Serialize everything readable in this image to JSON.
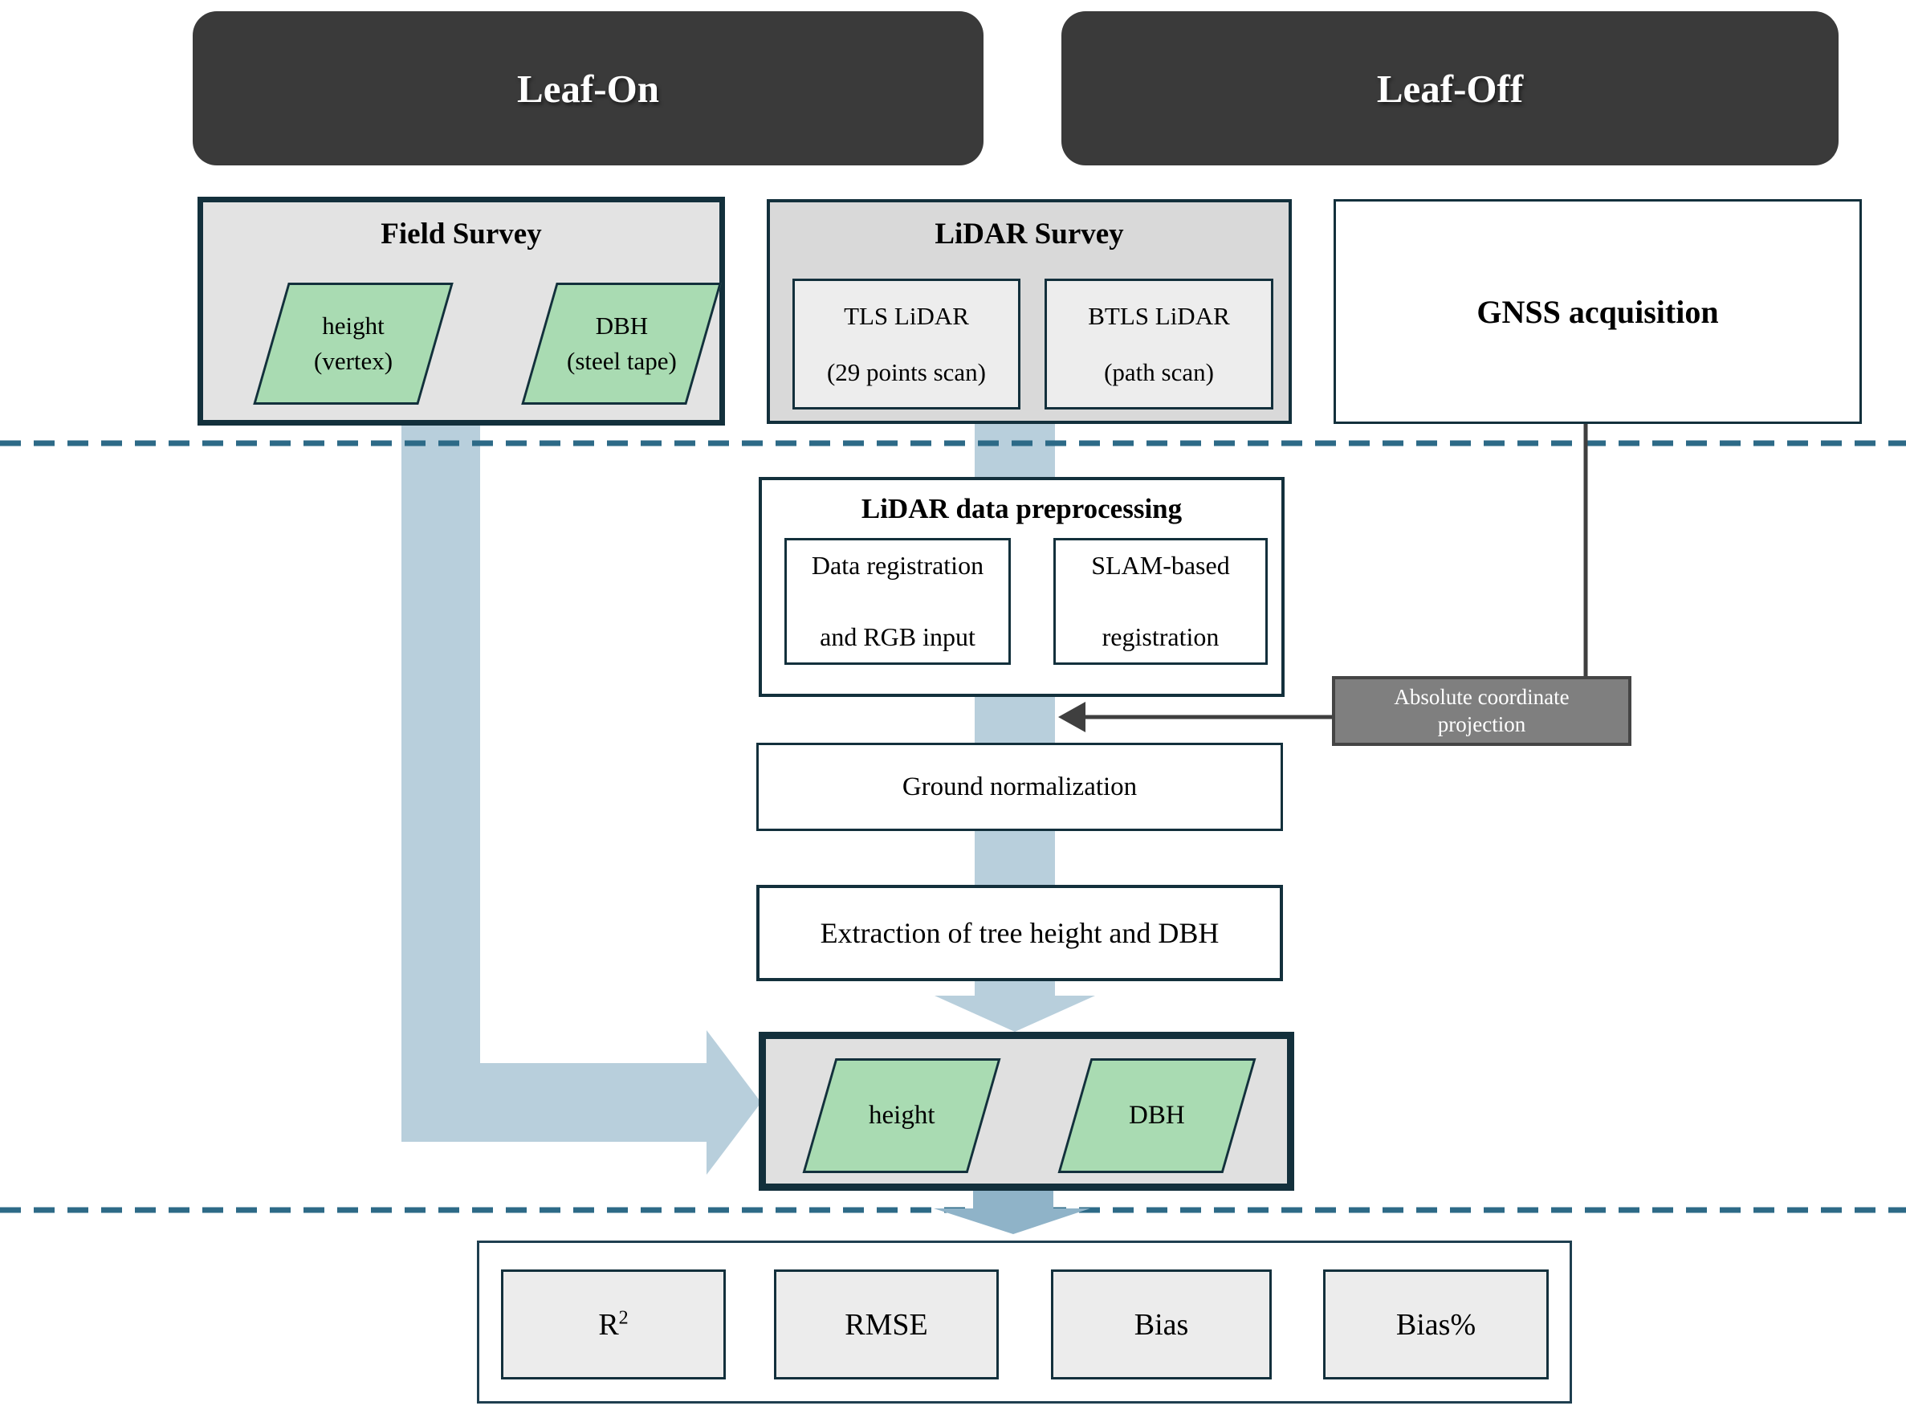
{
  "diagram": {
    "headers": {
      "leaf_on": "Leaf-On",
      "leaf_off": "Leaf-Off"
    },
    "field_survey": {
      "title": "Field Survey",
      "items": [
        {
          "line1": "height",
          "line2": "(vertex)"
        },
        {
          "line1": "DBH",
          "line2": "(steel tape)"
        }
      ]
    },
    "lidar_survey": {
      "title": "LiDAR Survey",
      "items": [
        {
          "line1": "TLS LiDAR",
          "line2": "(29 points scan)"
        },
        {
          "line1": "BTLS LiDAR",
          "line2": "(path scan)"
        }
      ]
    },
    "gnss": {
      "title": "GNSS acquisition"
    },
    "preprocessing": {
      "title": "LiDAR data preprocessing",
      "items": [
        {
          "line1": "Data registration",
          "line2": "and RGB input"
        },
        {
          "line1": "SLAM-based",
          "line2": "registration"
        }
      ]
    },
    "absolute_projection": {
      "line1": "Absolute coordinate",
      "line2": "projection"
    },
    "ground_normalization": {
      "label": "Ground normalization"
    },
    "extraction": {
      "label": "Extraction of tree height and DBH"
    },
    "results": {
      "items": [
        {
          "label": "height"
        },
        {
          "label": "DBH"
        }
      ]
    },
    "metrics": {
      "items": [
        {
          "base": "R",
          "sup": "2"
        },
        {
          "label": "RMSE"
        },
        {
          "label": "Bias"
        },
        {
          "label": "Bias%"
        }
      ]
    },
    "colors": {
      "flow_band": "#b8cfdc",
      "flow_band_dark": "#8fb3c8",
      "dashed_line": "#2d6a87",
      "box_border": "#13303c",
      "header_bg": "#3a3a3a",
      "green_shape": "#a9dbb2",
      "projection_bg": "#7f7f7f",
      "connector_line": "#3f3f3f"
    }
  }
}
